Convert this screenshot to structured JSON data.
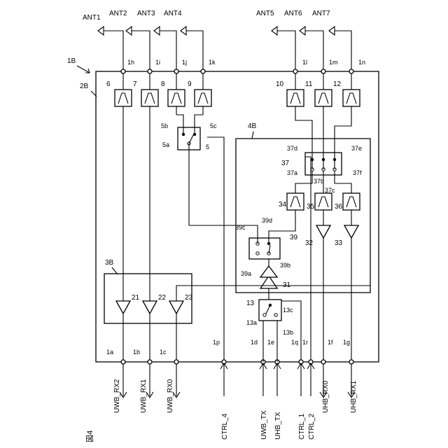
{
  "figure_label": "図4",
  "module_label": "1B",
  "board_label": "2B",
  "sub_module_labels": {
    "rx_block": "3B",
    "tx_block": "4B"
  },
  "antennas": [
    "ANT1",
    "ANT2",
    "ANT3",
    "ANT4",
    "ANT5",
    "ANT6",
    "ANT7"
  ],
  "top_terminals": [
    "1h",
    "1i",
    "1j",
    "1k",
    "1l",
    "1m",
    "1n"
  ],
  "filters_top": [
    "6",
    "7",
    "8",
    "9",
    "10",
    "11",
    "12"
  ],
  "switch_5": {
    "ref": "5",
    "ports": [
      "5a",
      "5b",
      "5c"
    ]
  },
  "switch_37": {
    "ref": "37",
    "ports": [
      "37a",
      "37b",
      "37c",
      "37d",
      "37e",
      "37f"
    ]
  },
  "filters_mid": [
    "34",
    "35",
    "36"
  ],
  "amplifiers": [
    "32",
    "33",
    "31",
    "21",
    "22",
    "23"
  ],
  "switch_39": {
    "ref": "39",
    "ports": [
      "39a",
      "39b",
      "39c",
      "39d"
    ]
  },
  "switch_13": {
    "ref": "13",
    "ports": [
      "13a",
      "13b",
      "13c"
    ]
  },
  "bottom_terminals": [
    "1a",
    "1b",
    "1c",
    "1p",
    "1d",
    "1e",
    "1q",
    "1r",
    "1f",
    "1g"
  ],
  "bottom_signals": [
    "UWB_RX2",
    "UWB_RX1",
    "UWB_RX0",
    "CTRL_4",
    "UWB_TX",
    "UHB_TX",
    "CTRL_1",
    "CTRL_2",
    "UHB_RX0",
    "UHB_RX1"
  ]
}
